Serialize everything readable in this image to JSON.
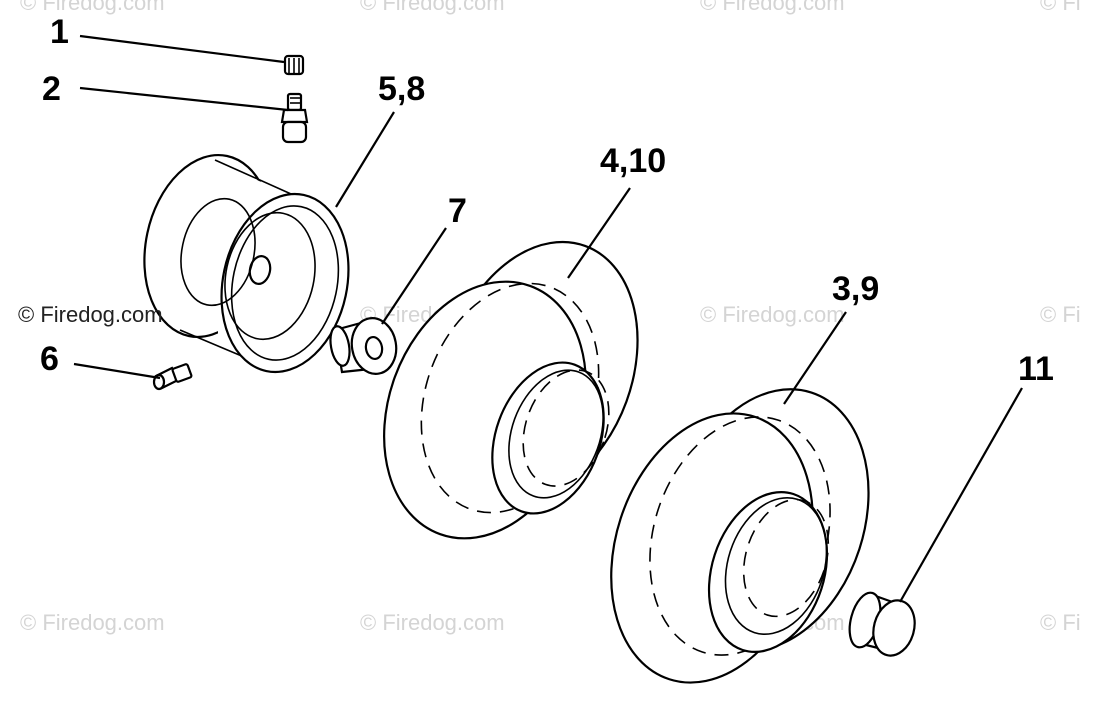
{
  "callouts": {
    "c1": "1",
    "c2": "2",
    "c58": "5,8",
    "c410": "4,10",
    "c7": "7",
    "c39": "3,9",
    "c6": "6",
    "c11": "11"
  },
  "watermark": {
    "text": "© Firedog.com",
    "text_clipped": "© Fi"
  }
}
